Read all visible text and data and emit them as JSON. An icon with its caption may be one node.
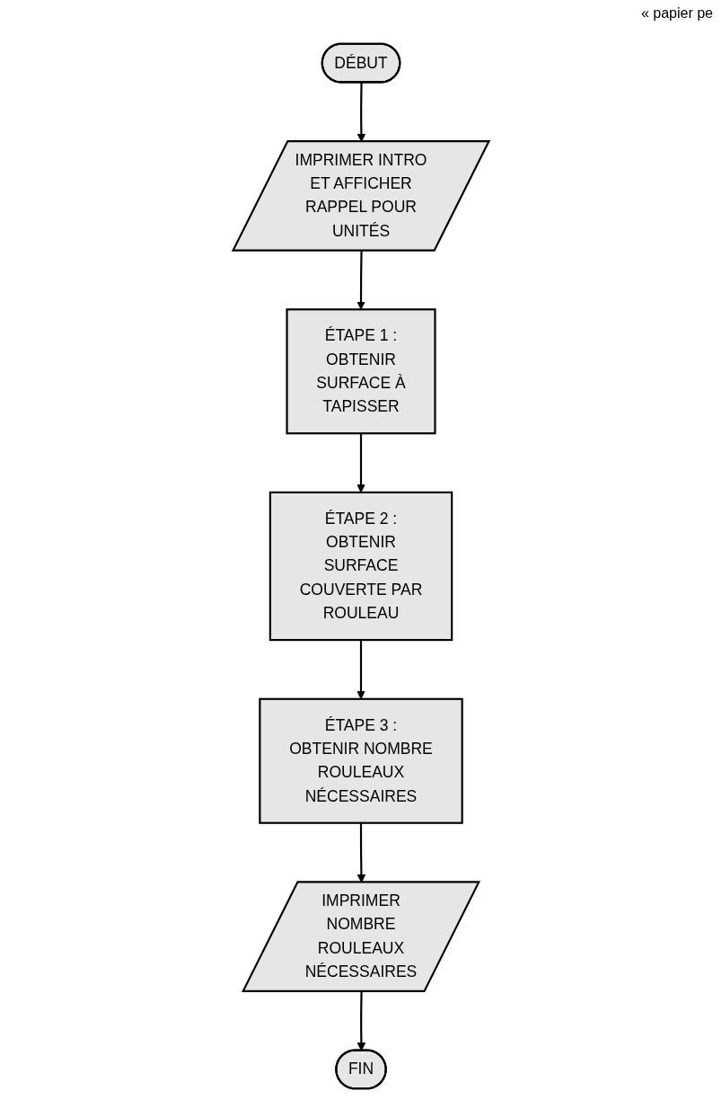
{
  "diagram": {
    "nodes": [
      {
        "text": [
          "DÉBUT"
        ]
      },
      {
        "text": [
          "IMPRIMER INTRO ET AFFICHER RAPPEL POUR UNITÉS"
        ]
      },
      {
        "text": [
          "ÉTAPE 1 : OBTENIR SURFACE À TAPISSER"
        ]
      },
      {
        "text": [
          "ÉTAPE 2 : OBTENIR SURFACE COUVERTE PAR ROULEAU"
        ]
      },
      {
        "text": [
          "ÉTAPE 3 : OBTENIR NOMBRE ROULEAUX NÉCESSAIRES"
        ]
      },
      {
        "text": [
          "IMPRIMER NOMBRE ROULEAUX NÉCESSAIRES"
        ]
      },
      {
        "text": [
          "FIN"
        ]
      }
    ],
    "edges": [
      {
        "from": 0,
        "to": 1,
        "arrow": "to"
      },
      {
        "from": 1,
        "to": 2,
        "arrow": "to"
      },
      {
        "from": 2,
        "to": 3,
        "arrow": "to"
      },
      {
        "from": 3,
        "to": 4,
        "arrow": "to"
      },
      {
        "from": 4,
        "to": 5,
        "arrow": "to"
      },
      {
        "from": 5,
        "to": 6,
        "arrow": "to"
      }
    ],
    "labels": [
      "« papier pe"
    ]
  }
}
